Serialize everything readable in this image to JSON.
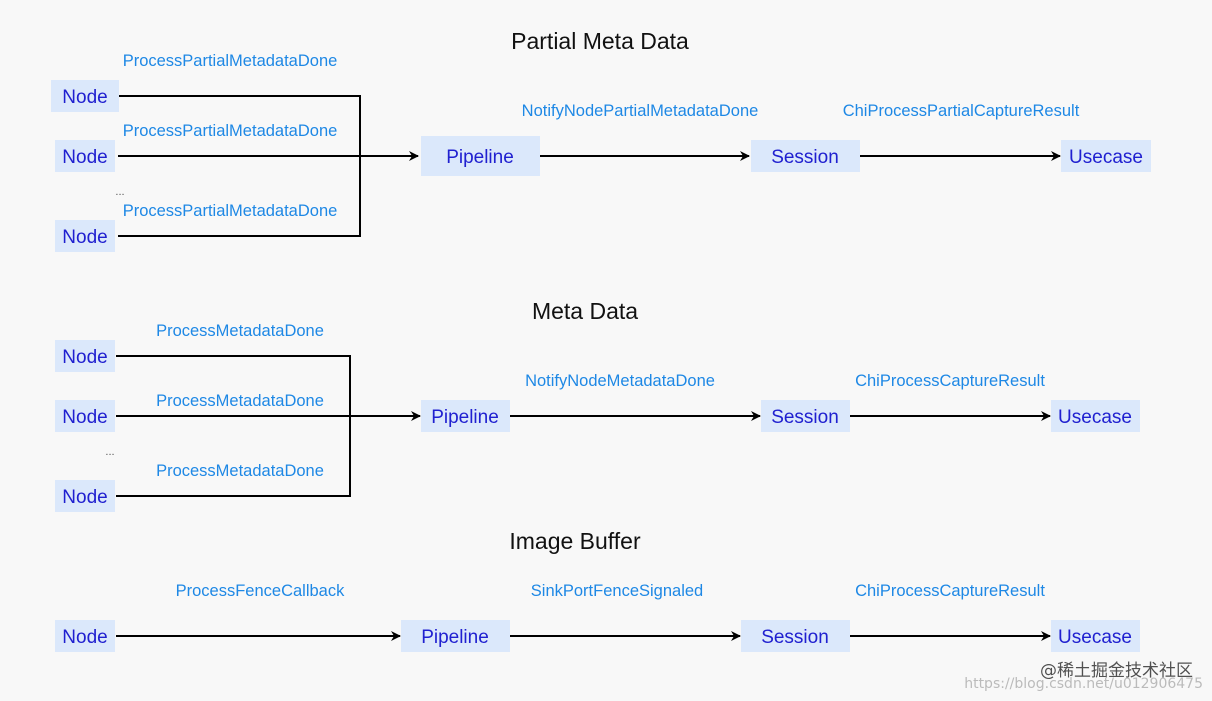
{
  "sections": [
    {
      "title": "Partial Meta Data",
      "node_label": "Node",
      "node_callback": "ProcessPartialMetadataDone",
      "ellipsis": "...",
      "pipeline_label": "Pipeline",
      "pipeline_callback": "NotifyNodePartialMetadataDone",
      "session_label": "Session",
      "session_callback": "ChiProcessPartialCaptureResult",
      "usecase_label": "Usecase"
    },
    {
      "title": "Meta Data",
      "node_label": "Node",
      "node_callback": "ProcessMetadataDone",
      "ellipsis": "...",
      "pipeline_label": "Pipeline",
      "pipeline_callback": "NotifyNodeMetadataDone",
      "session_label": "Session",
      "session_callback": "ChiProcessCaptureResult",
      "usecase_label": "Usecase"
    },
    {
      "title": "Image Buffer",
      "node_label": "Node",
      "node_callback": "ProcessFenceCallback",
      "pipeline_label": "Pipeline",
      "pipeline_callback": "SinkPortFenceSignaled",
      "session_label": "Session",
      "session_callback": "ChiProcessCaptureResult",
      "usecase_label": "Usecase"
    }
  ],
  "watermark": {
    "text": "@稀土掘金技术社区",
    "url": "https://blog.csdn.net/u012906475"
  },
  "colors": {
    "box_fill": "#dbe8fb",
    "box_text": "#2020d0",
    "callback_text": "#1e88e5",
    "background": "#f8f8f8"
  }
}
